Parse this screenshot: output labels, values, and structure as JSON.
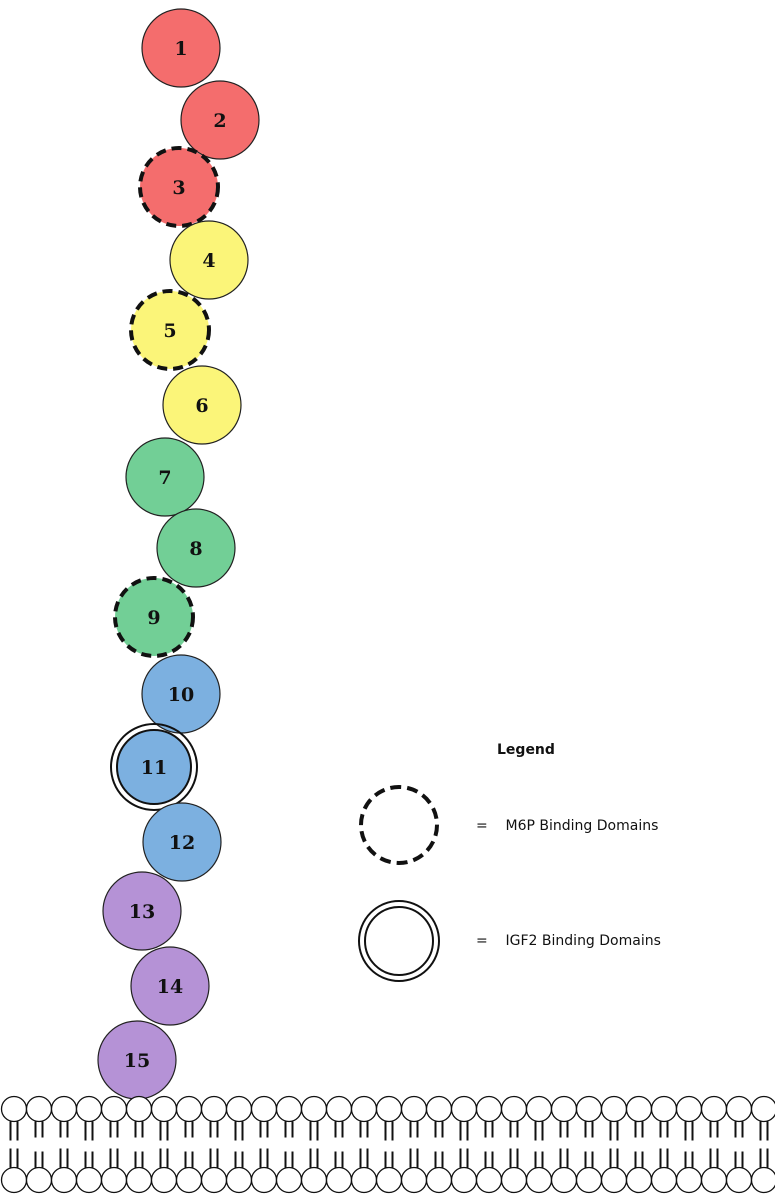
{
  "domains": [
    {
      "label": "1",
      "color": "#f46d6d",
      "binding": "none"
    },
    {
      "label": "2",
      "color": "#f46d6d",
      "binding": "none"
    },
    {
      "label": "3",
      "color": "#f46d6d",
      "binding": "M6P"
    },
    {
      "label": "4",
      "color": "#fbf579",
      "binding": "none"
    },
    {
      "label": "5",
      "color": "#fbf579",
      "binding": "M6P"
    },
    {
      "label": "6",
      "color": "#fbf579",
      "binding": "none"
    },
    {
      "label": "7",
      "color": "#72cf96",
      "binding": "none"
    },
    {
      "label": "8",
      "color": "#72cf96",
      "binding": "none"
    },
    {
      "label": "9",
      "color": "#72cf96",
      "binding": "M6P"
    },
    {
      "label": "10",
      "color": "#7cb0e0",
      "binding": "none"
    },
    {
      "label": "11",
      "color": "#7cb0e0",
      "binding": "IGF2"
    },
    {
      "label": "12",
      "color": "#7cb0e0",
      "binding": "none"
    },
    {
      "label": "13",
      "color": "#b592d6",
      "binding": "none"
    },
    {
      "label": "14",
      "color": "#b592d6",
      "binding": "none"
    },
    {
      "label": "15",
      "color": "#b592d6",
      "binding": "none"
    }
  ],
  "legend": {
    "title": "Legend",
    "items": [
      {
        "symbol": "dashed-circle",
        "text": "=    M6P Binding Domains"
      },
      {
        "symbol": "double-circle",
        "text": "=    IGF2 Binding Domains"
      }
    ]
  },
  "membrane": {
    "style": "lipid-bilayer",
    "head_color": "#ffffff",
    "outline_color": "#111111"
  }
}
